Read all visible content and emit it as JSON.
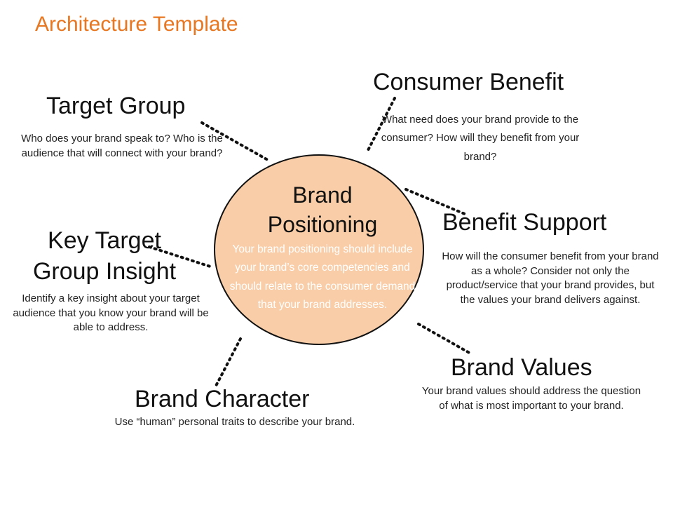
{
  "title": "Architecture Template",
  "center": {
    "title": "Brand Positioning",
    "description": "Your brand positioning should include your brand’s core competencies and should relate to the consumer demand that your brand addresses."
  },
  "nodes": {
    "target_group": {
      "heading": "Target Group",
      "description": "Who does your brand speak to? Who is the audience that will connect with your brand?"
    },
    "consumer_benefit": {
      "heading": "Consumer Benefit",
      "description": "What need does your brand provide to the consumer? How will they benefit from your brand?"
    },
    "benefit_support": {
      "heading": "Benefit Support",
      "description": "How will the consumer benefit from your brand as a whole?  Consider not only the product/service that your brand provides, but the values your brand delivers against."
    },
    "key_target_group_insight": {
      "heading": "Key Target Group Insight",
      "description": "Identify a key insight about your target audience that you know your brand will be able to address."
    },
    "brand_values": {
      "heading": "Brand Values",
      "description": "Your brand values should address the question of what is most important to your brand."
    },
    "brand_character": {
      "heading": "Brand Character",
      "description": "Use “human” personal traits to describe your brand."
    }
  },
  "colors": {
    "title": "#e87722",
    "circle_fill": "#f9cda7",
    "connector": "#111111",
    "center_description": "#ffffff"
  }
}
